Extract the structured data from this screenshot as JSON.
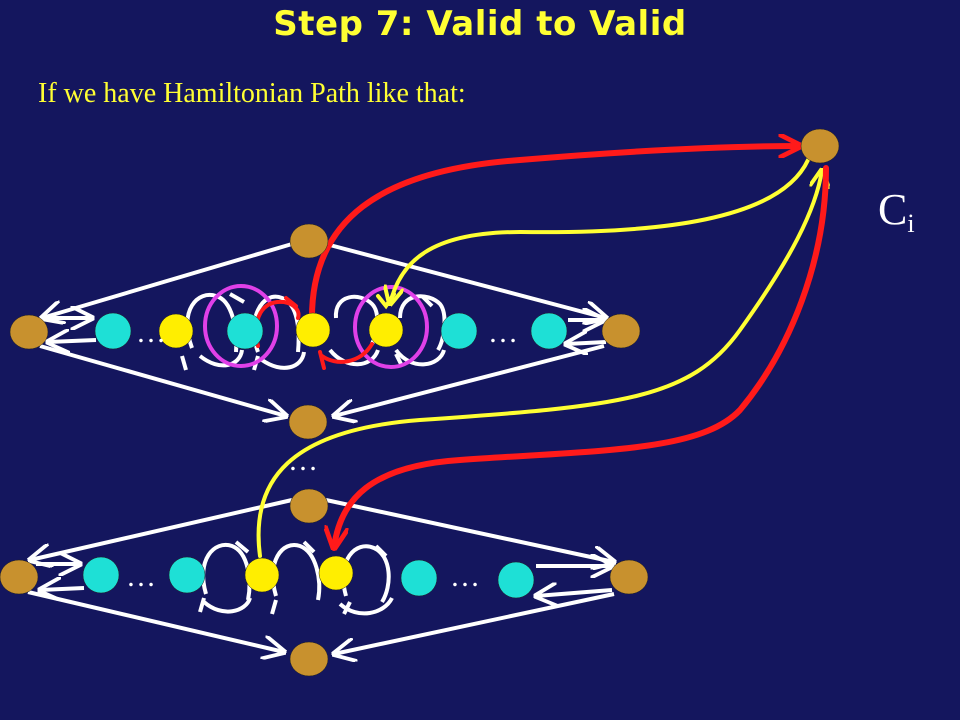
{
  "slide": {
    "title": "Step 7: Valid to Valid",
    "subtitle": "If we have Hamiltonian Path like that:",
    "clause_label": "C",
    "clause_subscript": "i",
    "ellipsis": "…"
  },
  "colors": {
    "background": "#14165e",
    "title": "#ffff33",
    "gadget_end_node": "#c8912e",
    "inner_node": "#1ee0d6",
    "clause_attach_node": "#ffee00",
    "path_red": "#ff1a1a",
    "path_yellow": "#ffff33",
    "highlight_circle": "#e040e8",
    "edge": "#ffffff"
  }
}
